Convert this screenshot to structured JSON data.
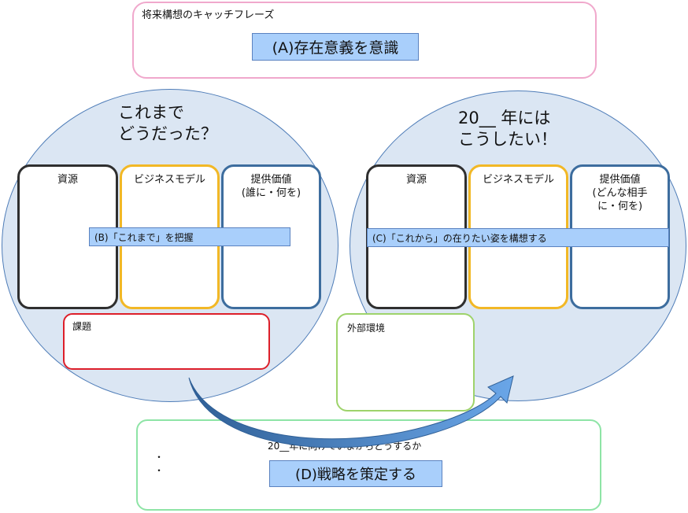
{
  "catchphrase": {
    "label": "将来構想のキャッチフレーズ",
    "box_a": "(A)存在意義を意識"
  },
  "left_circle": {
    "heading_line1": "これまで",
    "heading_line2": "どうだった？",
    "col_resources": "資源",
    "col_business_model": "ビジネスモデル",
    "col_value_line1": "提供価値",
    "col_value_line2": "(誰に・何を)",
    "bar_b": "(B)「これまで」を把握",
    "issues_label": "課題"
  },
  "right_circle": {
    "heading_line1": "20__ 年には",
    "heading_line2": "こうしたい！",
    "col_resources": "資源",
    "col_business_model": "ビジネスモデル",
    "col_value_line1": "提供価値",
    "col_value_line2": "(どんな相手",
    "col_value_line3": "に・何を)",
    "bar_c": "(C)「これから」の在りたい姿を構想する",
    "environment_label": "外部環境"
  },
  "strategy": {
    "label": "20__年に向けていまからどうするか",
    "bullet1": "・",
    "bullet2": "・",
    "box_d": "(D)戦略を策定する"
  },
  "colors": {
    "pink_border": "#f0a8cc",
    "label_fill": "#a9cffb",
    "circle_fill": "#dbe6f3",
    "red_border": "#dd1f2a",
    "green_border": "#9ed36b",
    "mint_border": "#8ee4a6",
    "arrow_blue": "#4c82c0"
  },
  "icons": {
    "flow_arrow": "curved-arrow-icon"
  }
}
